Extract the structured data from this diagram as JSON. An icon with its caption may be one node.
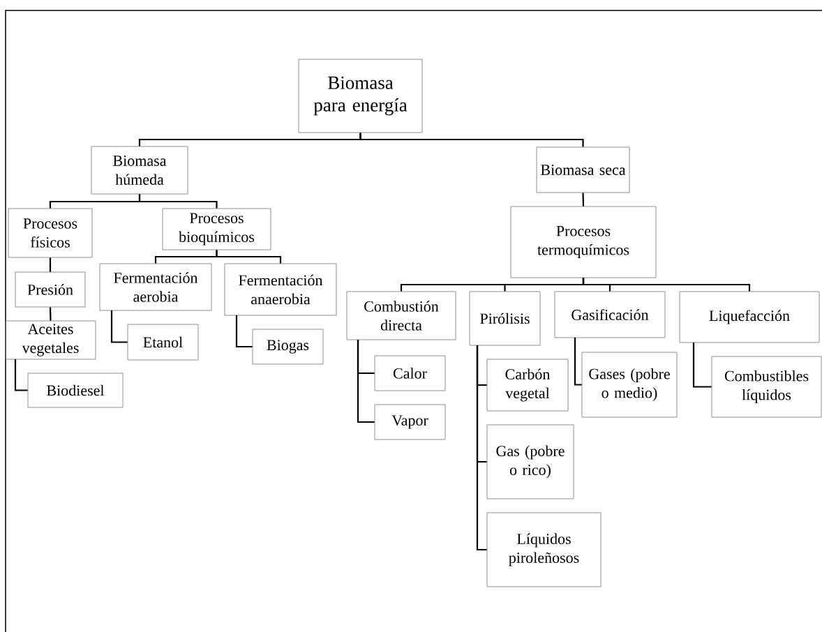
{
  "diagram": {
    "nodes": [
      {
        "text": [
          "Biomasa para energía"
        ]
      },
      {
        "text": [
          "Biomasa húmeda"
        ]
      },
      {
        "text": [
          "Procesos físicos"
        ]
      },
      {
        "text": [
          "Procesos bioquímicos"
        ]
      },
      {
        "text": [
          "Presión"
        ]
      },
      {
        "text": [
          "Aceites vegetales"
        ]
      },
      {
        "text": [
          "Biodiesel"
        ]
      },
      {
        "text": [
          "Fermentación aerobia"
        ]
      },
      {
        "text": [
          "Etanol"
        ]
      },
      {
        "text": [
          "Fermentación anaerobia"
        ]
      },
      {
        "text": [
          "Biogas"
        ]
      },
      {
        "text": [
          "Biomasa seca"
        ]
      },
      {
        "text": [
          "Procesos termoquímicos"
        ]
      },
      {
        "text": [
          "Combustión directa"
        ]
      },
      {
        "text": [
          "Pirólisis"
        ]
      },
      {
        "text": [
          "Gasificación"
        ]
      },
      {
        "text": [
          "Liquefacción"
        ]
      },
      {
        "text": [
          "Calor"
        ]
      },
      {
        "text": [
          "Vapor"
        ]
      },
      {
        "text": [
          "Carbón vegetal"
        ]
      },
      {
        "text": [
          "Gases (pobre o medio)"
        ]
      },
      {
        "text": [
          "Combustibles líquidos"
        ]
      },
      {
        "text": [
          "Gas (pobre o rico)"
        ]
      },
      {
        "text": [
          "Líquidos piroleñosos"
        ]
      }
    ],
    "edges": [
      {
        "from": 0,
        "to": 1,
        "arrow": "none"
      },
      {
        "from": 0,
        "to": 11,
        "arrow": "none"
      },
      {
        "from": 1,
        "to": 2,
        "arrow": "none"
      },
      {
        "from": 1,
        "to": 3,
        "arrow": "none"
      },
      {
        "from": 2,
        "to": 4,
        "arrow": "none"
      },
      {
        "from": 4,
        "to": 5,
        "arrow": "none"
      },
      {
        "from": 5,
        "to": 6,
        "arrow": "none"
      },
      {
        "from": 3,
        "to": 7,
        "arrow": "none"
      },
      {
        "from": 3,
        "to": 9,
        "arrow": "none"
      },
      {
        "from": 7,
        "to": 8,
        "arrow": "none"
      },
      {
        "from": 9,
        "to": 10,
        "arrow": "none"
      },
      {
        "from": 11,
        "to": 12,
        "arrow": "none"
      },
      {
        "from": 12,
        "to": 13,
        "arrow": "none"
      },
      {
        "from": 12,
        "to": 14,
        "arrow": "none"
      },
      {
        "from": 12,
        "to": 15,
        "arrow": "none"
      },
      {
        "from": 12,
        "to": 16,
        "arrow": "none"
      },
      {
        "from": 13,
        "to": 17,
        "arrow": "none"
      },
      {
        "from": 13,
        "to": 18,
        "arrow": "none"
      },
      {
        "from": 14,
        "to": 19,
        "arrow": "none"
      },
      {
        "from": 14,
        "to": 22,
        "arrow": "none"
      },
      {
        "from": 14,
        "to": 23,
        "arrow": "none"
      },
      {
        "from": 15,
        "to": 20,
        "arrow": "none"
      },
      {
        "from": 16,
        "to": 21,
        "arrow": "none"
      }
    ]
  }
}
